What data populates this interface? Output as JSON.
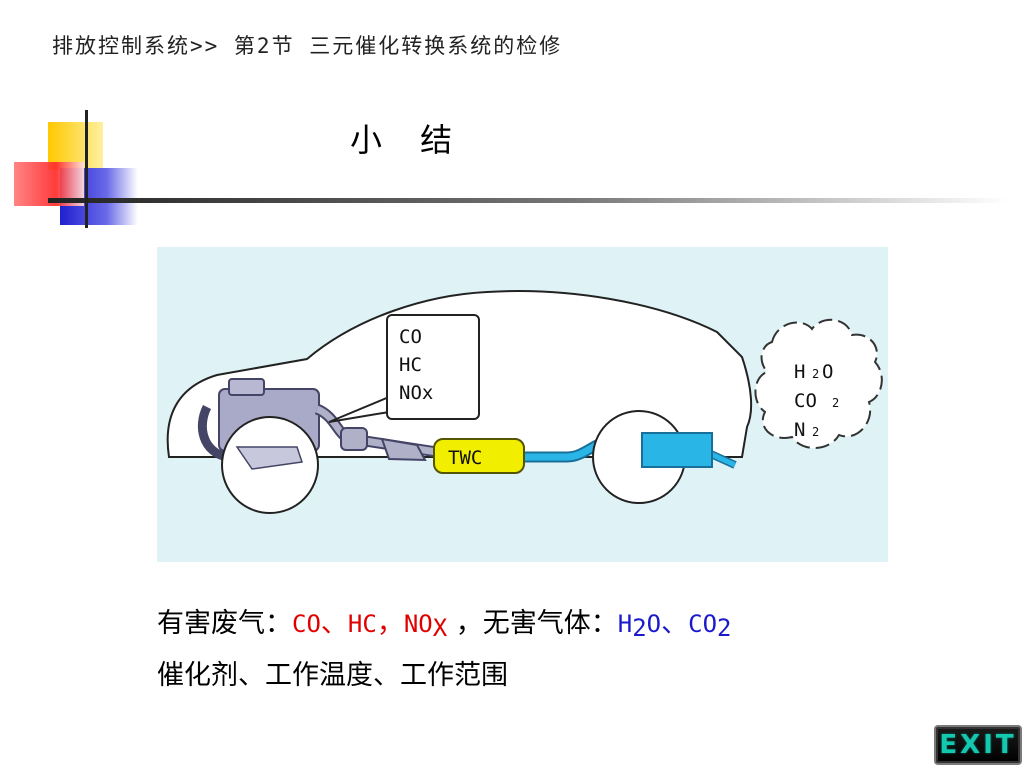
{
  "header": {
    "breadcrumb": "排放控制系统>> 第2节 三元催化转换系统的检修",
    "title": "小 结"
  },
  "diagram": {
    "inlet_gases": [
      "CO",
      "HC",
      "NOx"
    ],
    "converter_label": "TWC",
    "outlet_gases": [
      "H",
      "2",
      "O",
      "CO",
      "2",
      "N",
      "2"
    ],
    "colors": {
      "background": "#dff3f6",
      "converter": "#f2ee00",
      "pipe": "#29b6e6"
    }
  },
  "summary": {
    "line1_prefix": "有害废气：",
    "harmful_co": "CO",
    "sep_dun": "、",
    "harmful_hc": "HC",
    "sep_comma": "，",
    "harmful_no": "NO",
    "harmful_no_sub": "X",
    "line1_middle": " ，无害气体：",
    "h": "H",
    "h2_sub": "2",
    "o": "O",
    "sep_dun2": "、",
    "co2": "CO",
    "co2_sub": "2",
    "line2": "催化剂、工作温度、工作范围",
    "colors": {
      "harmful": "#e00000",
      "harmless": "#1a1acc"
    }
  },
  "exit_button": {
    "label": "EXIT"
  }
}
